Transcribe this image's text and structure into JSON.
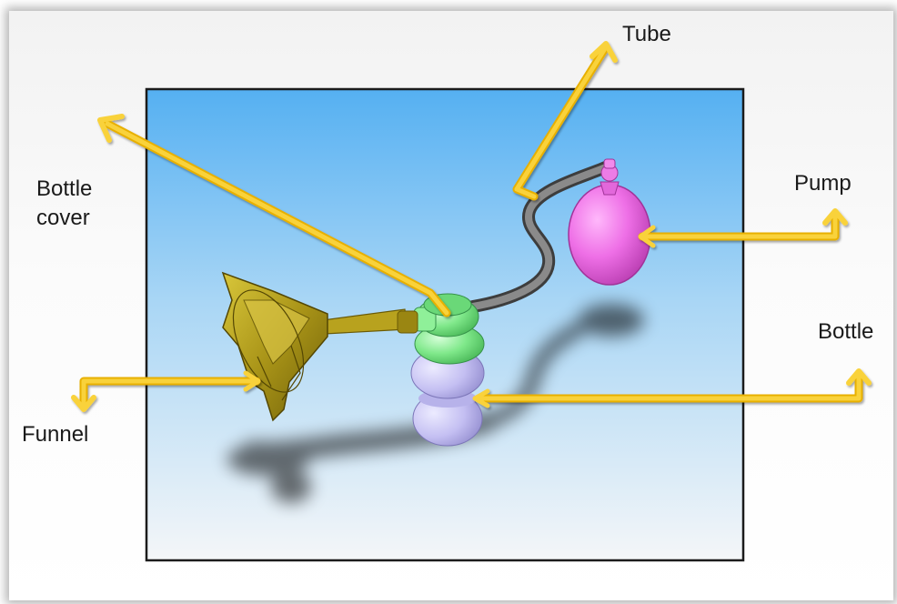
{
  "labels": {
    "tube": "Tube",
    "bottle_cover": "Bottle\ncover",
    "pump": "Pump",
    "bottle": "Bottle",
    "funnel": "Funnel"
  },
  "colors": {
    "arrow": "#f6c21a",
    "funnel": "#b6a020",
    "bottle_cover": "#7fe88a",
    "bottle": "#c4bff2",
    "tube": "#7b7b7b",
    "pump": "#ee6fe6",
    "background_top": "#5ab4f2",
    "background_bottom": "#f3f5f7"
  }
}
